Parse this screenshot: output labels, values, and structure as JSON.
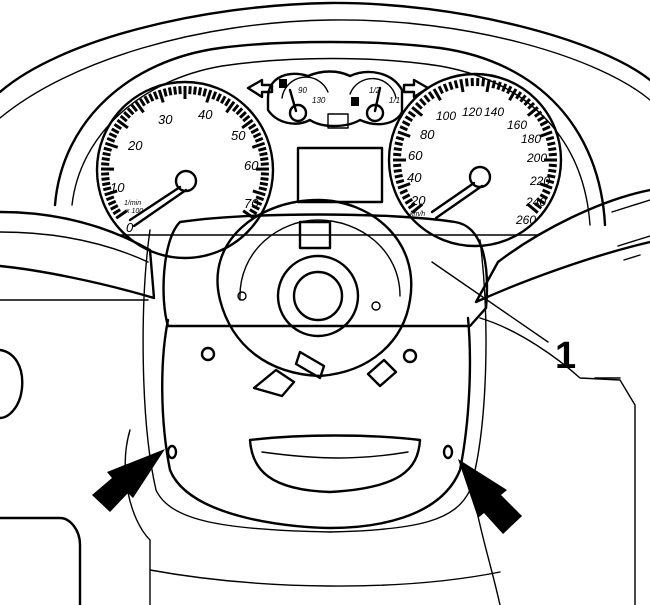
{
  "callout": {
    "number": "1"
  },
  "tachometer": {
    "ticks": [
      "10",
      "20",
      "30",
      "40",
      "50",
      "60",
      "70"
    ],
    "unit_line1": "1/min",
    "unit_line2": "x 100",
    "zero_label": "0"
  },
  "speedometer": {
    "ticks": [
      "20",
      "40",
      "60",
      "80",
      "100",
      "120",
      "140",
      "160",
      "180",
      "200",
      "220",
      "240",
      "260"
    ],
    "unit": "km/h"
  },
  "temp_gauge": {
    "labels": [
      "90",
      "130"
    ]
  },
  "fuel_gauge": {
    "labels": [
      "1/2",
      "1/1"
    ]
  },
  "icons": [
    "turn-left-arrow-icon",
    "turn-right-arrow-icon",
    "thermometer-icon",
    "fuel-pump-icon",
    "pointer-arrow-icon"
  ]
}
